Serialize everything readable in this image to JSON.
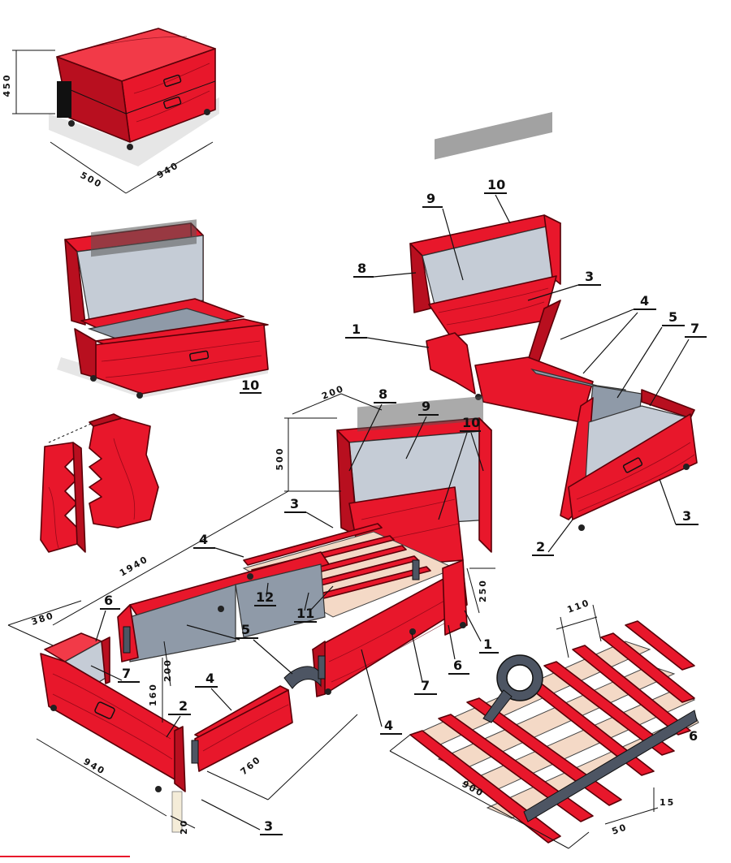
{
  "figure": {
    "dimensions": {
      "stool_height": "450",
      "stool_depth": "500",
      "stool_width": "940",
      "chest_lid": "200",
      "chest_height": "500",
      "bed_length": "1940",
      "end_width": "380",
      "side_length": "760",
      "side_height": "200",
      "head_height": "250",
      "offset_160": "160",
      "board_thickness": "20",
      "end_length": "940",
      "slat_spacing": "110",
      "slat_length": "900",
      "slat_width": "50",
      "slat_thickness": "15"
    },
    "callouts": {
      "c1": "1",
      "c2": "2",
      "c3": "3",
      "c4": "4",
      "c5": "5",
      "c6": "6",
      "c7": "7",
      "c8": "8",
      "c9": "9",
      "c10": "10",
      "c11": "11",
      "c12": "12"
    }
  }
}
